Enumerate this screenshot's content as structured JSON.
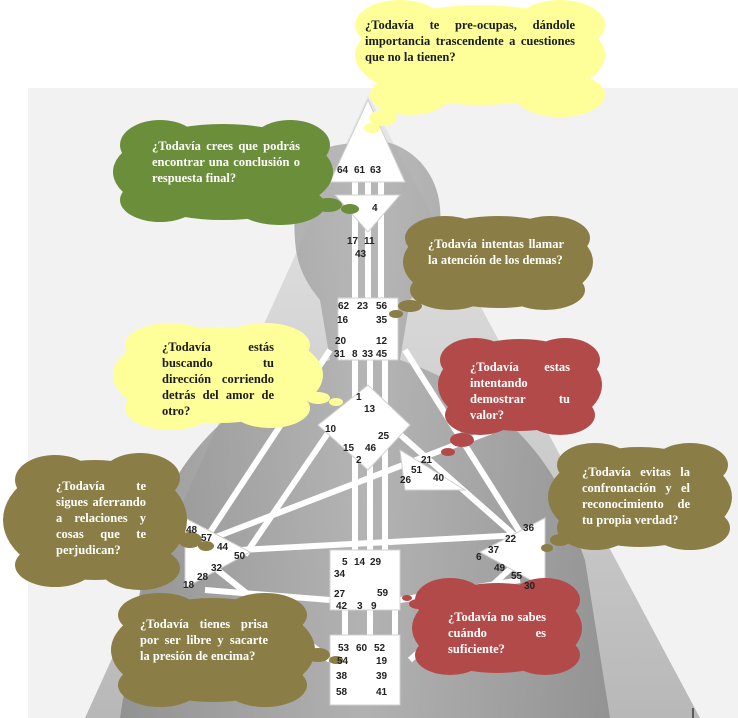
{
  "colors": {
    "yellow": "#ffff99",
    "green": "#6b8e3a",
    "olive": "#8a7d45",
    "red": "#b34a4a",
    "triangle": "#c9c9c9",
    "figure": "#9b9b9b",
    "centers": "#ffffff"
  },
  "bubbles": {
    "top_yellow": "¿Todavía te pre-ocupas, dándole importancia trascendente a cuestiones que no la tienen?",
    "green": "¿Todavía crees que podrás encontrar una conclusión o respuesta final?",
    "olive_attention": "¿Todavía intentas llamar la atención de los demas?",
    "yellow_direction": "¿Todavía estás buscando tu dirección corriendo detrás del amor de otro?",
    "red_value": "¿Todavía estas intentando demostrar tu valor?",
    "olive_confront": "¿Todavía evitas la confrontación y el reconocimiento de tu propia verdad?",
    "olive_relations": "¿Todavía te sigues aferrando a relaciones y cosas que te perjudican?",
    "olive_hurry": "¿Todavía tienes prisa por ser libre y sacarte la presión de encima?",
    "red_enough": "¿Todavía no sabes cuándo es suficiente?"
  },
  "gates": {
    "g64": "64",
    "g61": "61",
    "g63": "63",
    "g4": "4",
    "g17": "17",
    "g11": "11",
    "g43": "43",
    "g62": "62",
    "g23": "23",
    "g56": "56",
    "g16": "16",
    "g35": "35",
    "g20": "20",
    "g12": "12",
    "g31": "31",
    "g8": "8",
    "g33": "33",
    "g45": "45",
    "g1": "1",
    "g13": "13",
    "g10": "10",
    "g25": "25",
    "g15": "15",
    "g46": "46",
    "g2": "2",
    "g21": "21",
    "g51": "51",
    "g26": "26",
    "g40": "40",
    "g36": "36",
    "g22": "22",
    "g37": "37",
    "g6": "6",
    "g49": "49",
    "g55": "55",
    "g30": "30",
    "g48": "48",
    "g57": "57",
    "g44": "44",
    "g50": "50",
    "g32": "32",
    "g28": "28",
    "g18": "18",
    "g5": "5",
    "g14": "14",
    "g29": "29",
    "g34": "34",
    "g27": "27",
    "g59": "59",
    "g42": "42",
    "g3": "3",
    "g9": "9",
    "g53": "53",
    "g60": "60",
    "g52": "52",
    "g54": "54",
    "g19": "19",
    "g38": "38",
    "g39": "39",
    "g58": "58",
    "g41": "41"
  }
}
